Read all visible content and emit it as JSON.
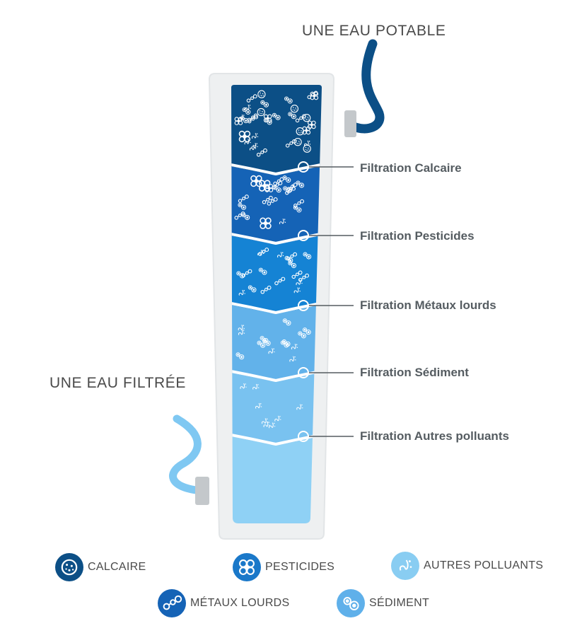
{
  "headings": {
    "top": "UNE EAU POTABLE",
    "left": "UNE EAU FILTRÉE"
  },
  "layers": [
    {
      "color": "#0c4f86",
      "callout": "Filtration Calcaire",
      "icon_set": [
        "calcaire-icon",
        "pesticides-icon",
        "metaux-lourds-icon",
        "sediment-icon",
        "autres-polluants-icon"
      ]
    },
    {
      "color": "#1563b6",
      "callout": "Filtration Pesticides",
      "icon_set": [
        "pesticides-icon",
        "metaux-lourds-icon",
        "sediment-icon",
        "autres-polluants-icon"
      ]
    },
    {
      "color": "#1583d4",
      "callout": "Filtration Métaux lourds",
      "icon_set": [
        "metaux-lourds-icon",
        "sediment-icon",
        "autres-polluants-icon"
      ]
    },
    {
      "color": "#62b2ea",
      "callout": "Filtration Sédiment",
      "icon_set": [
        "sediment-icon",
        "autres-polluants-icon"
      ]
    },
    {
      "color": "#79c2f0",
      "callout": "Filtration Autres polluants",
      "icon_set": [
        "autres-polluants-icon"
      ]
    },
    {
      "color": "#8fd1f5",
      "callout": "",
      "icon_set": []
    }
  ],
  "legend": [
    {
      "label": "CALCAIRE",
      "color": "#0c4f86",
      "icon": "calcaire-icon"
    },
    {
      "label": "PESTICIDES",
      "color": "#1a78c9",
      "icon": "pesticides-icon"
    },
    {
      "label": "AUTRES POLLUANTS",
      "color": "#89cdf2",
      "icon": "autres-polluants-icon"
    },
    {
      "label": "MÉTAUX LOURDS",
      "color": "#1563b6",
      "icon": "metaux-lourds-icon"
    },
    {
      "label": "SÉDIMENT",
      "color": "#5fb0ea",
      "icon": "sediment-icon"
    }
  ],
  "colors": {
    "hose_top": "#0c4f86",
    "hose_bottom": "#7fc8f2",
    "housing": "#eef0f1",
    "connector": "#c4c8cb",
    "callout_line": "#555c61"
  }
}
